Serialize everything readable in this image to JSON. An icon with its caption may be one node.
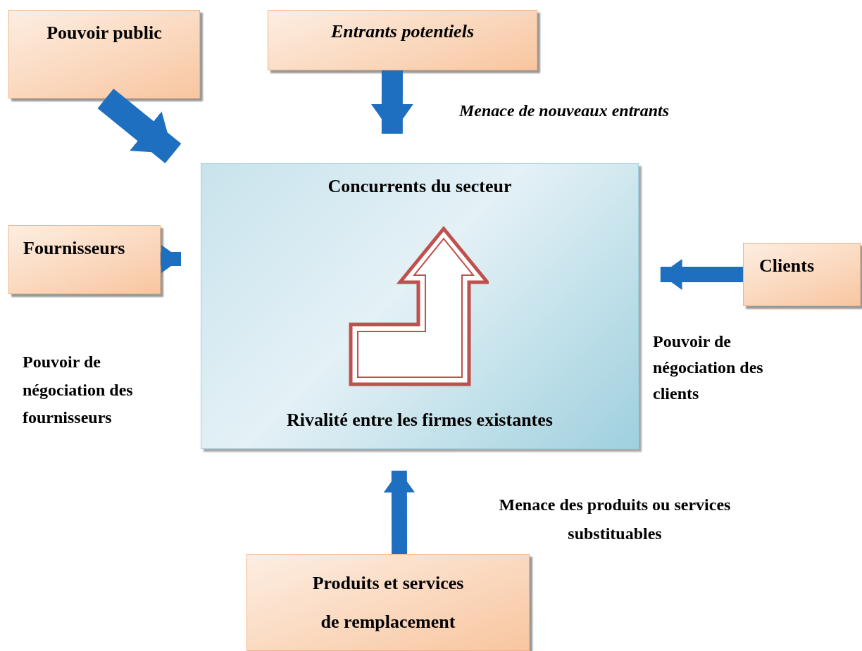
{
  "diagram": {
    "nodes": [
      {
        "text": [
          "Pouvoir public"
        ]
      },
      {
        "text": [
          "Entrants potentiels"
        ]
      },
      {
        "text": [
          "Concurrents du secteur",
          "Rivalité entre les firmes existantes"
        ]
      },
      {
        "text": [
          "Fournisseurs"
        ]
      },
      {
        "text": [
          "Clients"
        ]
      },
      {
        "text": [
          "Produits et services de remplacement"
        ]
      }
    ],
    "edges": [
      {
        "from": 0,
        "to": 2,
        "arrow": "to"
      },
      {
        "from": 1,
        "to": 2,
        "arrow": "to",
        "label": "Menace de nouveaux entrants"
      },
      {
        "from": 3,
        "to": 2,
        "arrow": "to"
      },
      {
        "from": 4,
        "to": 2,
        "arrow": "to",
        "label": "Pouvoir de négociation des clients"
      },
      {
        "from": 5,
        "to": 2,
        "arrow": "to"
      }
    ],
    "labels": [
      "Pouvoir de négociation des fournisseurs",
      "Menace des produits ou services substituables"
    ]
  }
}
